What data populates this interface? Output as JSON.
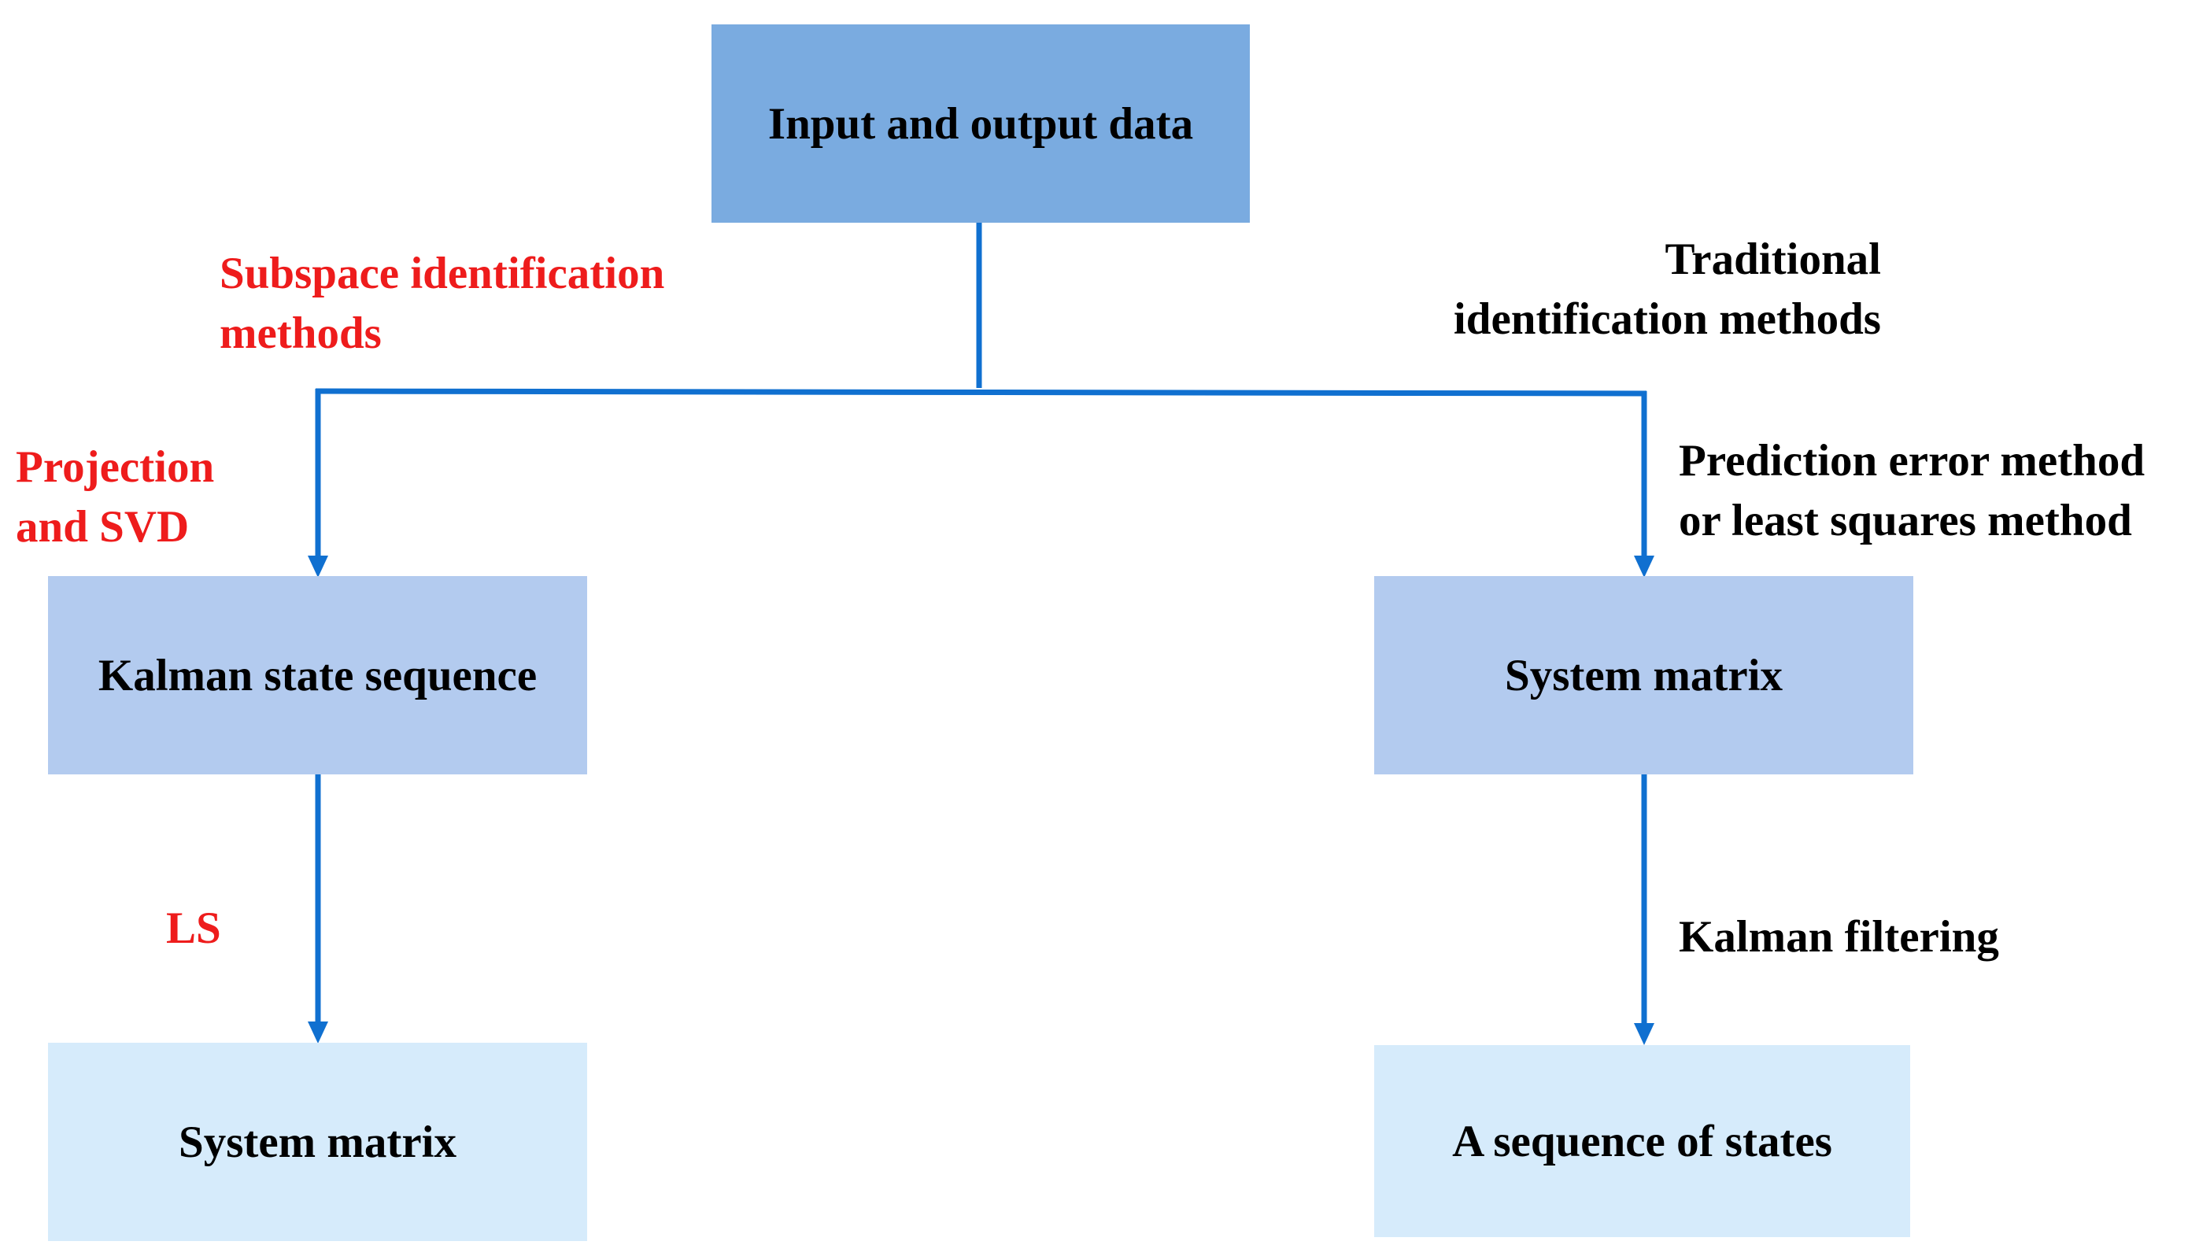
{
  "colors": {
    "top_box": "#7aabe0",
    "middle_box": "#b3cbef",
    "bottom_box": "#d6ebfb",
    "connector": "#1070d0",
    "red_label": "#ee1c1c",
    "black_label": "#000000"
  },
  "nodes": {
    "input_output": "Input and output data",
    "kalman_state": "Kalman state sequence",
    "system_matrix_right": "System matrix",
    "system_matrix_left": "System matrix",
    "sequence_of_states": "A sequence of states"
  },
  "edge_labels": {
    "subspace": [
      "Subspace identification",
      "methods"
    ],
    "traditional": [
      "Traditional",
      "identification methods"
    ],
    "projection": [
      "Projection",
      "and SVD"
    ],
    "prediction": [
      "Prediction error method",
      "or least squares method"
    ],
    "ls": "LS",
    "kalman_filtering": "Kalman filtering"
  }
}
